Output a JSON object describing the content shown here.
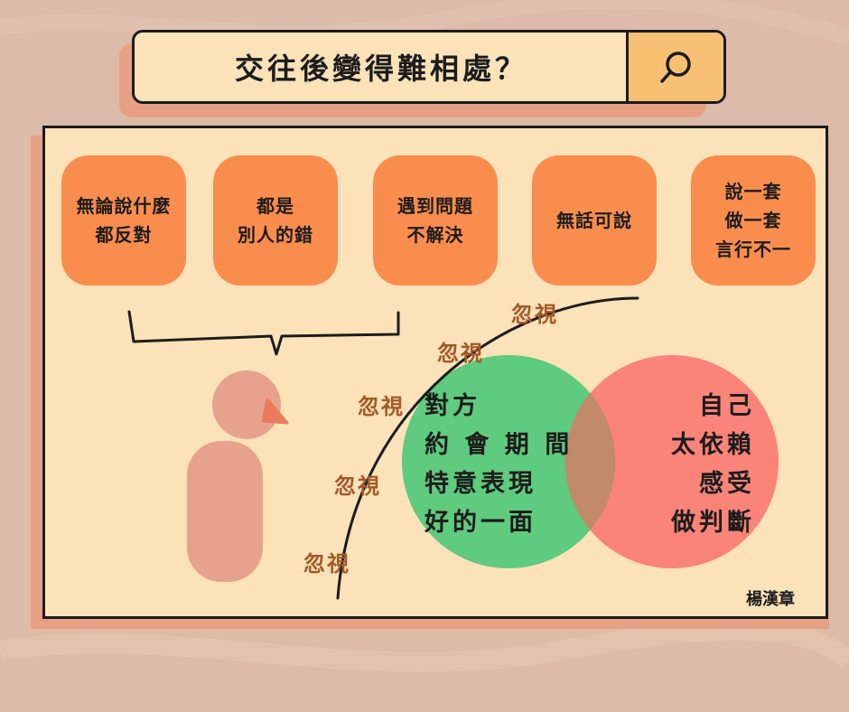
{
  "search": {
    "query": "交往後變得難相處？",
    "button_icon": "search-icon"
  },
  "bubbles": [
    {
      "text": "無論說什麼\n都反對"
    },
    {
      "text": "都是\n別人的錯"
    },
    {
      "text": "遇到問題\n不解決"
    },
    {
      "text": "無話可說"
    },
    {
      "text": "說一套\n做一套\n言行不一"
    }
  ],
  "ignore_labels": [
    "忽視",
    "忽視",
    "忽視",
    "忽視",
    "忽視"
  ],
  "venn": {
    "left_text": "對方\n約 會 期 間\n特意表現\n好的一面",
    "right_text": "自己\n太依賴\n感受\n做判斷"
  },
  "signature": "楊漢章",
  "colors": {
    "bubble": "#f98d4e",
    "venn_left": "#5fcb7e",
    "venn_right": "#fa8478",
    "panel": "#fbe2b8",
    "ignore_text": "#a25a2a"
  }
}
